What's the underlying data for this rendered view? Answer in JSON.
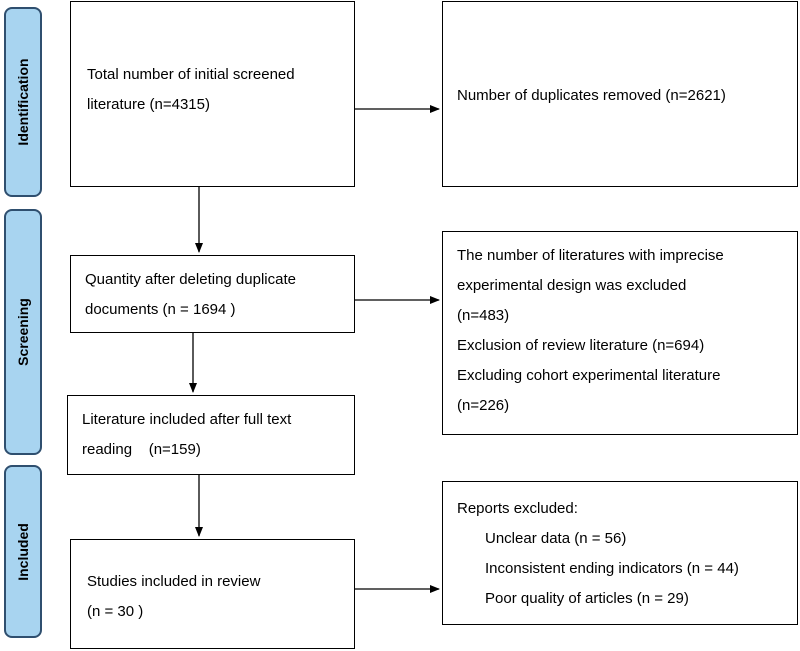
{
  "phases": {
    "identification": "Identification",
    "screening": "Screening",
    "included": "Included"
  },
  "boxes": {
    "initial": [
      "Total number of initial screened",
      "literature (n=4315)"
    ],
    "duplicates": [
      "Number of duplicates removed (n=2621)"
    ],
    "after_dedup": [
      "Quantity after deleting duplicate",
      "documents (n = 1694 )"
    ],
    "excluded_screening": [
      "The number of literatures with imprecise",
      "experimental design was excluded",
      "(n=483)",
      "Exclusion of review literature (n=694)",
      "Excluding cohort experimental literature",
      "(n=226)"
    ],
    "full_text": [
      "Literature included after full text",
      "reading    (n=159)"
    ],
    "included": [
      "Studies included in review",
      "(n = 30 )"
    ],
    "reports_excluded": {
      "title": "Reports excluded:",
      "items": [
        "Unclear data (n = 56)",
        "Inconsistent ending indicators (n = 44)",
        "Poor quality of articles (n = 29)"
      ]
    }
  }
}
